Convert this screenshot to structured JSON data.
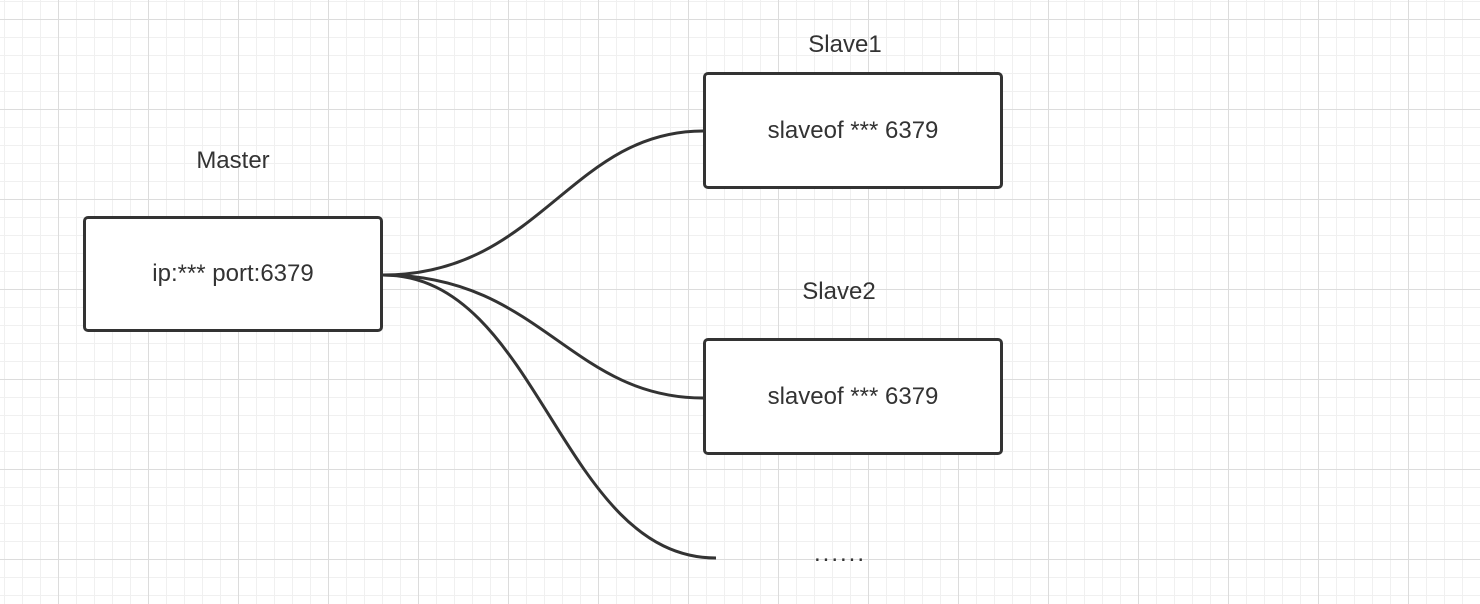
{
  "diagram": {
    "master": {
      "caption": "Master",
      "text": "ip:*** port:6379"
    },
    "slaves": [
      {
        "caption": "Slave1",
        "text": "slaveof *** 6379"
      },
      {
        "caption": "Slave2",
        "text": "slaveof *** 6379"
      }
    ],
    "more_label": "......",
    "colors": {
      "stroke": "#333333",
      "text": "#333333",
      "grid": "#dcdcdc",
      "background": "#ffffff"
    }
  }
}
